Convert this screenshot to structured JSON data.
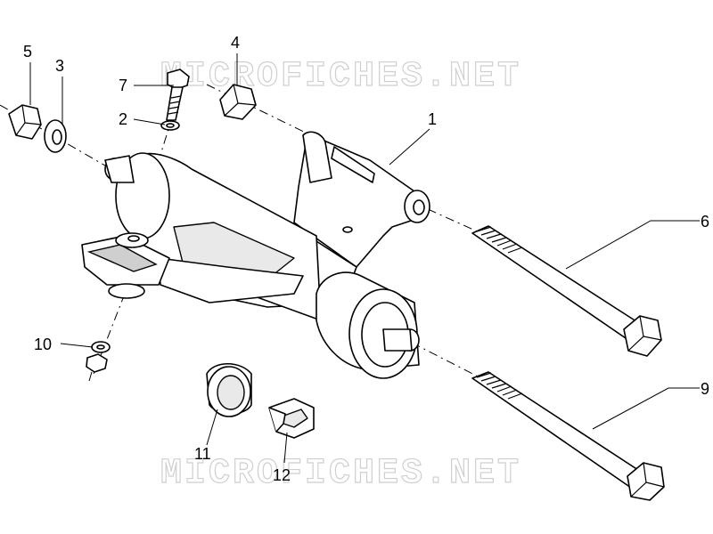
{
  "watermark": "MICROFICHES.NET",
  "callouts": {
    "c1": "1",
    "c2": "2",
    "c3": "3",
    "c4": "4",
    "c5": "5",
    "c6": "6",
    "c7": "7",
    "c9": "9",
    "c10": "10",
    "c11": "11",
    "c12": "12"
  }
}
